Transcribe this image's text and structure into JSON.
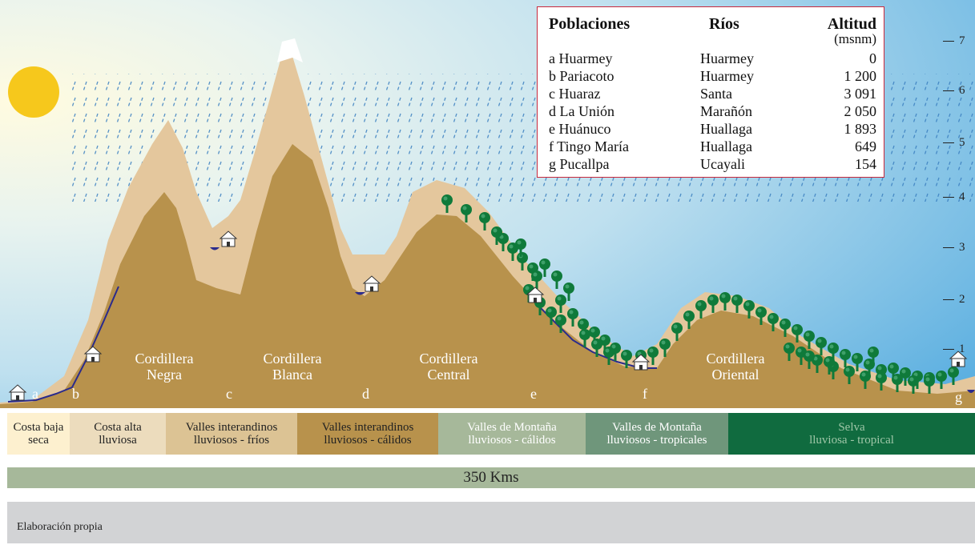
{
  "legend": {
    "headers": {
      "towns": "Poblaciones",
      "rivers": "Ríos",
      "altitude": "Altitud",
      "unit": "(msnm)"
    },
    "rows": [
      {
        "town": "a Huarmey",
        "river": "Huarmey",
        "alt": "0"
      },
      {
        "town": "b Pariacoto",
        "river": "Huarmey",
        "alt": "1 200"
      },
      {
        "town": "c Huaraz",
        "river": "Santa",
        "alt": "3 091"
      },
      {
        "town": "d La Unión",
        "river": "Marañón",
        "alt": "2 050"
      },
      {
        "town": "e Huánuco",
        "river": "Huallaga",
        "alt": "1 893"
      },
      {
        "town": "f Tingo María",
        "river": "Huallaga",
        "alt": "649"
      },
      {
        "town": "g Pucallpa",
        "river": "Ucayali",
        "alt": "154"
      }
    ]
  },
  "ranges": {
    "negra": [
      "Cordillera",
      "Negra"
    ],
    "blanca": [
      "Cordillera",
      "Blanca"
    ],
    "central": [
      "Cordillera",
      "Central"
    ],
    "oriental": [
      "Cordillera",
      "Oriental"
    ]
  },
  "letters": [
    "a",
    "b",
    "c",
    "d",
    "e",
    "f",
    "g"
  ],
  "altitude_ticks": [
    "7",
    "6",
    "5",
    "4",
    "3",
    "2",
    "1"
  ],
  "zones": [
    {
      "label": [
        "Costa baja",
        "seca"
      ],
      "color": "#fdf0cf",
      "text": "#222222"
    },
    {
      "label": [
        "Costa alta",
        "lluviosa"
      ],
      "color": "#ecdcbd",
      "text": "#222222"
    },
    {
      "label": [
        "Valles interandinos",
        "lluviosos - fríos"
      ],
      "color": "#dcc394",
      "text": "#222222"
    },
    {
      "label": [
        "Valles interandinos",
        "lluviosos - cálidos"
      ],
      "color": "#b8924c",
      "text": "#222222"
    },
    {
      "label": [
        "Valles de Montaña",
        "lluviosos - cálidos"
      ],
      "color": "#a6b89a",
      "text": "#ffffff"
    },
    {
      "label": [
        "Valles de Montaña",
        "lluviosos - tropicales"
      ],
      "color": "#6f967b",
      "text": "#ffffff"
    },
    {
      "label": [
        "Selva",
        "lluviosa - tropical"
      ],
      "color": "#106b3f",
      "text": "#9fc7a8"
    }
  ],
  "distance": "350 Kms",
  "source": "Elaboración propia",
  "colors": {
    "terrain_light": "#e4c79d",
    "terrain_dark": "#b8924c",
    "river": "#2b2b8c",
    "tree": "#0f7a3a",
    "sun": "#f6c81c",
    "legend_border": "#c8283c"
  }
}
